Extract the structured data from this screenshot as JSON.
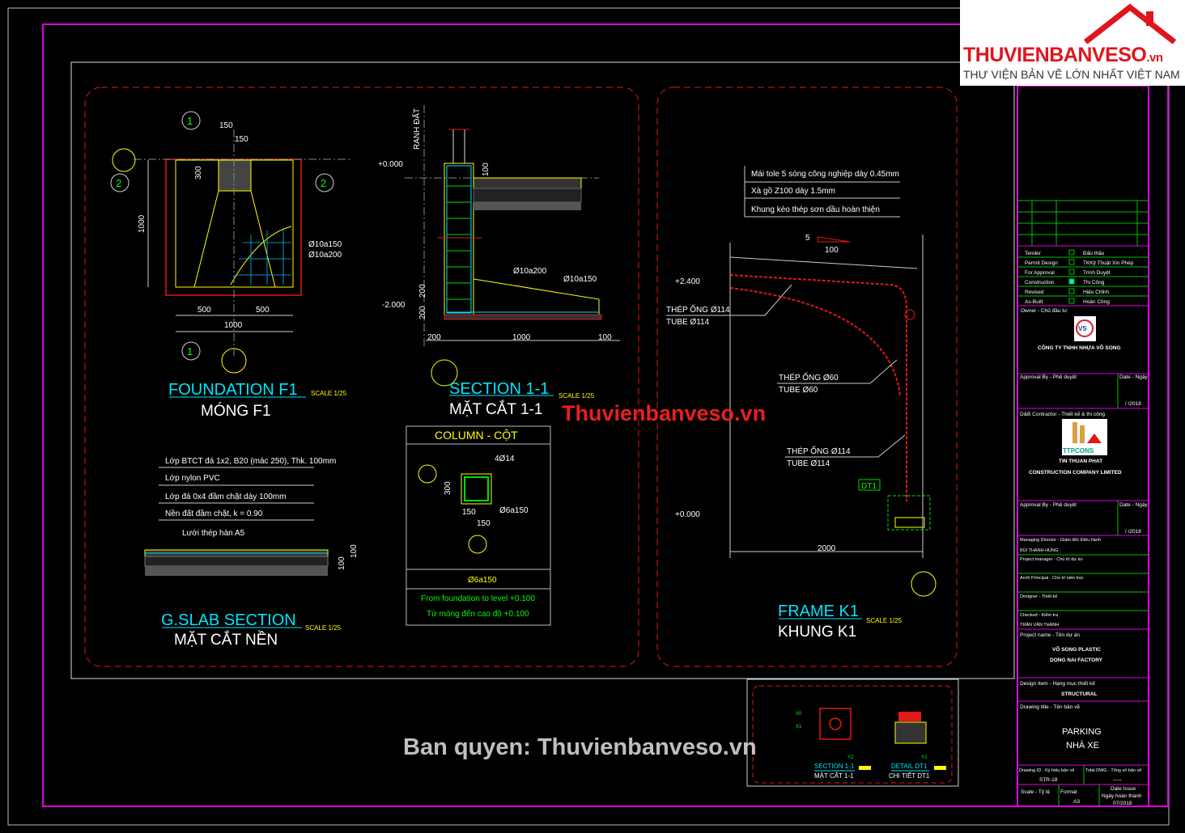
{
  "foundation": {
    "title": "FOUNDATION F1",
    "subtitle": "MÓNG F1",
    "scale": "SCALE 1/25",
    "dims": [
      "150",
      "150",
      "300",
      "1000",
      "500",
      "500",
      "1000"
    ],
    "rebar": [
      "Ø10a150",
      "Ø10a200"
    ],
    "axes": [
      "1",
      "2",
      "2",
      "1"
    ]
  },
  "section": {
    "title": "SECTION 1-1",
    "subtitle": "MẶT CẮT 1-1",
    "scale": "SCALE 1/25",
    "vertical_label": "RANH ĐẤT",
    "levels": [
      "+0.000",
      "-2.000"
    ],
    "dims": [
      "100",
      "200",
      "200",
      "200",
      "1000",
      "100"
    ],
    "rebar": [
      "Ø10a200",
      "Ø10a150"
    ]
  },
  "column": {
    "title": "COLUMN - CỘT",
    "rebar_main": "4Ø14",
    "stirrup": "Ø6a150",
    "dims": [
      "300",
      "150",
      "150"
    ],
    "stirrup_label": "Ø6a150",
    "note_en": "From foundation to level +0.100",
    "note_vn": "Từ móng đến cao độ +0.100"
  },
  "slab": {
    "title": "G.SLAB SECTION",
    "subtitle": "MẶT CẮT NỀN",
    "scale": "SCALE 1/25",
    "layers": [
      "Lớp BTCT đá  1x2, B20 (mác 250), Thk. 100mm",
      "Lớp nylon PVC",
      "Lớp đá 0x4 đầm chặt dày 100mm",
      "Nền đất đầm chặt, k = 0.90"
    ],
    "mesh": "Lưới thép hàn A5",
    "dims": [
      "100",
      "100"
    ]
  },
  "frame": {
    "title": "FRAME K1",
    "subtitle": "KHUNG K1",
    "scale": "SCALE 1/25",
    "notes": [
      "Mái tole 5 sóng công nghiệp dày 0.45mm",
      "Xà gồ Z100 dày 1.5mm",
      "Khung kèo thép sơn dầu hoàn thiện"
    ],
    "slope": "5",
    "slope_run": "100",
    "levels": [
      "+2.400",
      "+0.000"
    ],
    "labels": [
      {
        "vn": "THÉP ỐNG Ø114",
        "en": "TUBE Ø114"
      },
      {
        "vn": "THÉP ỐNG Ø60",
        "en": "TUBE Ø60"
      },
      {
        "vn": "THÉP ỐNG Ø114",
        "en": "TUBE Ø114"
      }
    ],
    "detail_tag": "DT1",
    "span": "2000"
  },
  "thumbnail": {
    "left_title": "SECTION 1-1",
    "left_sub": "MẶT CẮT 1-1",
    "right_title": "DETAIL DT1",
    "right_sub": "CHI TIẾT DT1",
    "axes": [
      "X0",
      "X1",
      "Y2",
      "Y2"
    ]
  },
  "title_block": {
    "status": [
      {
        "en": "Tender",
        "vn": "Đấu thầu",
        "checked": false
      },
      {
        "en": "Permit Design",
        "vn": "TKKỹ Thuật Xin Phép",
        "checked": false
      },
      {
        "en": "For Approval",
        "vn": "Trình Duyệt",
        "checked": false
      },
      {
        "en": "Construction",
        "vn": "Thi Công",
        "checked": true
      },
      {
        "en": "Revised",
        "vn": "Hiệu Chỉnh",
        "checked": false
      },
      {
        "en": "As-Built",
        "vn": "Hoàn Công",
        "checked": false
      }
    ],
    "owner_label": "Owner - Chủ đầu tư",
    "owner_logo": "VS",
    "owner_name": "CÔNG TY TNHH NHỰA VÕ SONG",
    "approval_label": "Approval By - Phê duyệt",
    "date_label": "Date - Ngày",
    "date_value": "/    /2018",
    "contractor_label": "D&B Contractor - Thiết kế & thi công",
    "contractor_logo": "TTPCONS",
    "contractor_name1": "TIN THUAN PHAT",
    "contractor_name2": "CONSTRUCTION COMPANY LIMITED",
    "approval_label2": "Approval By - Phê duyệt",
    "date_label2": "Date - Ngày",
    "date_value2": "/    /2018",
    "managing_label": "Managing Director - Giám đốc Điều hành",
    "managing_name": "BÙI THANH HÙNG",
    "pm_label": "Project manager - Chủ trì dự án",
    "archi_label": "Archi Principal - Chủ trì kiến trúc",
    "designer_label": "Designer  - Thiết kế",
    "checked_label": "Checked  - Kiểm tra",
    "checked_name": "TRẦN VĂN THÀNH",
    "project_label": "Project name - Tên dự án",
    "project_name1": "VÕ SONG PLASTIC",
    "project_name2": "DONG NAI FACTORY",
    "item_label": "Design Item - Hạng mục thiết kế",
    "item_value": "STRUCTURAL",
    "drawing_label": "Drawing title - Tên bản vẽ",
    "drawing_title1": "PARKING",
    "drawing_title2": "NHÀ XE",
    "id_label": "Drawing ID - Ký hiệu bản vẽ",
    "id_value": "STR-18",
    "total_label": "Total DWG - Tổng số bản vẽ",
    "total_value": "-----",
    "scale_label": "Scale - Tỷ lệ",
    "format_label": "Format",
    "format_value": "A3",
    "date_issue_label1": "Date Issue",
    "date_issue_label2": "Ngày hoàn thành",
    "date_issue_value": "07/2018"
  },
  "watermark": {
    "logo_main": "THUVIENBANVESO",
    "logo_tld": ".vn",
    "logo_tagline": "THƯ VIỆN BẢN VẼ LỚN NHẤT VIỆT NAM",
    "center": "Thuvienbanveso.vn",
    "bottom": "Ban quyen: Thuvienbanveso.vn"
  },
  "colors": {
    "background": "#000000",
    "border": "#e000e0",
    "title_cyan": "#00e5ff",
    "accent_red": "#ff2020",
    "grid_green": "#00c000",
    "yellow": "#ffff00"
  }
}
